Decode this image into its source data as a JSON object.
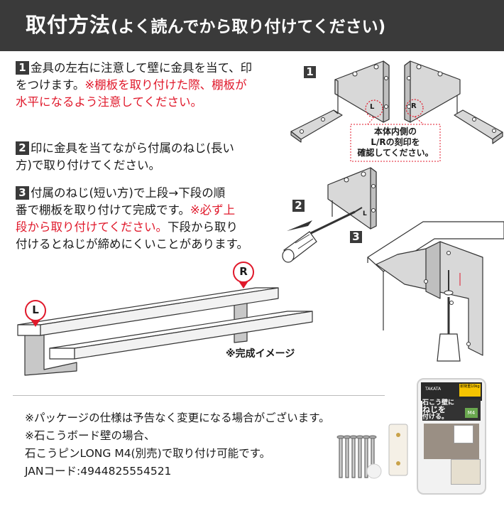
{
  "header": {
    "title": "取付方法",
    "subtitle": "(よく読んでから取り付けてください)"
  },
  "steps": [
    {
      "number": "1",
      "line1": "金具の左右に注意して壁に金具を当て、印",
      "line2_black": "をつけます。",
      "line2_red": "※棚板を取り付けた際、棚板が",
      "line3_red": "水平になるよう注意してください。"
    },
    {
      "number": "2",
      "line1": "印に金具を当てながら付属のねじ(長い",
      "line2": "方)で取り付けてください。"
    },
    {
      "number": "3",
      "line1": "付属のねじ(短い方)で上段→下段の順",
      "line2_black": "番で棚板を取り付けて完成です。",
      "line2_red": "※必ず上",
      "line3_red": "段から取り付けてください。",
      "line3_black": "下段から取り",
      "line4": "付けるとねじが締めにくいことがあります。"
    }
  ],
  "figures": {
    "fig1_label": "1",
    "fig2_label": "2",
    "fig3_label": "3",
    "mark_left": "L",
    "mark_right": "R",
    "callout_line1": "本体内側の",
    "callout_line2": "L/Rの刻印を",
    "callout_line3": "確認してください。"
  },
  "completed": {
    "marker_left": "L",
    "marker_right": "R",
    "caption": "※完成イメージ"
  },
  "notes": {
    "line1": "※パッケージの仕様は予告なく変更になる場合がございます。",
    "line2": "※石こうボード壁の場合、",
    "line3": "石こうピンLONG M4(別売)で取り付け可能です。",
    "line4": "JANコード:4944825554521"
  },
  "package": {
    "brand": "TAKATA",
    "badge": "耐荷重10kg",
    "text1": "石こう壁に",
    "text2": "ねじを",
    "text3": "付ける。",
    "size": "M4"
  },
  "colors": {
    "header_bg": "#3a3a3a",
    "accent_red": "#e0192b",
    "bracket_gray": "#d5d5d5"
  }
}
